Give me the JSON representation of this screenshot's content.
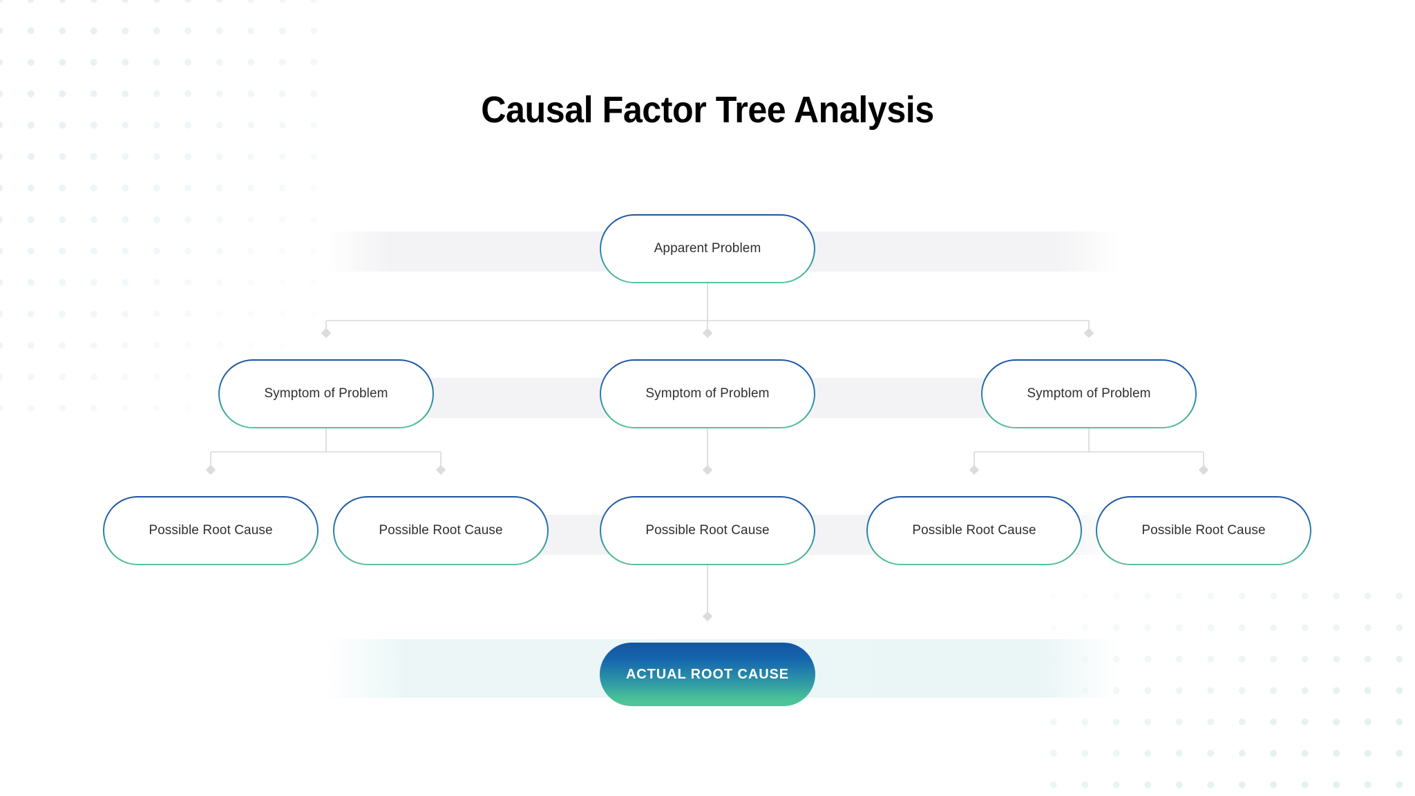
{
  "page": {
    "title": "Causal Factor Tree Analysis",
    "background_color": "#ffffff",
    "text_color": "#2f2f2f"
  },
  "theme": {
    "node_border_gradient_start": "#1a53a0",
    "node_border_gradient_end": "#55c49a",
    "actual_fill_gradient_start": "#14549f",
    "actual_fill_gradient_end": "#4fc79c",
    "connector_color": "#d4d4d6",
    "band_color": "#f3f3f5",
    "dot_color_top_left": "#e9f0f4",
    "dot_color_bottom_right": "#e4f1ee"
  },
  "diagram": {
    "type": "tree",
    "levels": [
      {
        "name": "apparent-problem",
        "nodes": [
          {
            "label": "Apparent Problem"
          }
        ]
      },
      {
        "name": "symptoms",
        "nodes": [
          {
            "label": "Symptom of Problem"
          },
          {
            "label": "Symptom of Problem"
          },
          {
            "label": "Symptom of Problem"
          }
        ]
      },
      {
        "name": "possible-root-causes",
        "nodes": [
          {
            "label": "Possible Root Cause"
          },
          {
            "label": "Possible Root Cause"
          },
          {
            "label": "Possible Root Cause"
          },
          {
            "label": "Possible Root Cause"
          },
          {
            "label": "Possible Root Cause"
          }
        ]
      },
      {
        "name": "actual-root-cause",
        "nodes": [
          {
            "label": "ACTUAL ROOT CAUSE"
          }
        ]
      }
    ]
  }
}
